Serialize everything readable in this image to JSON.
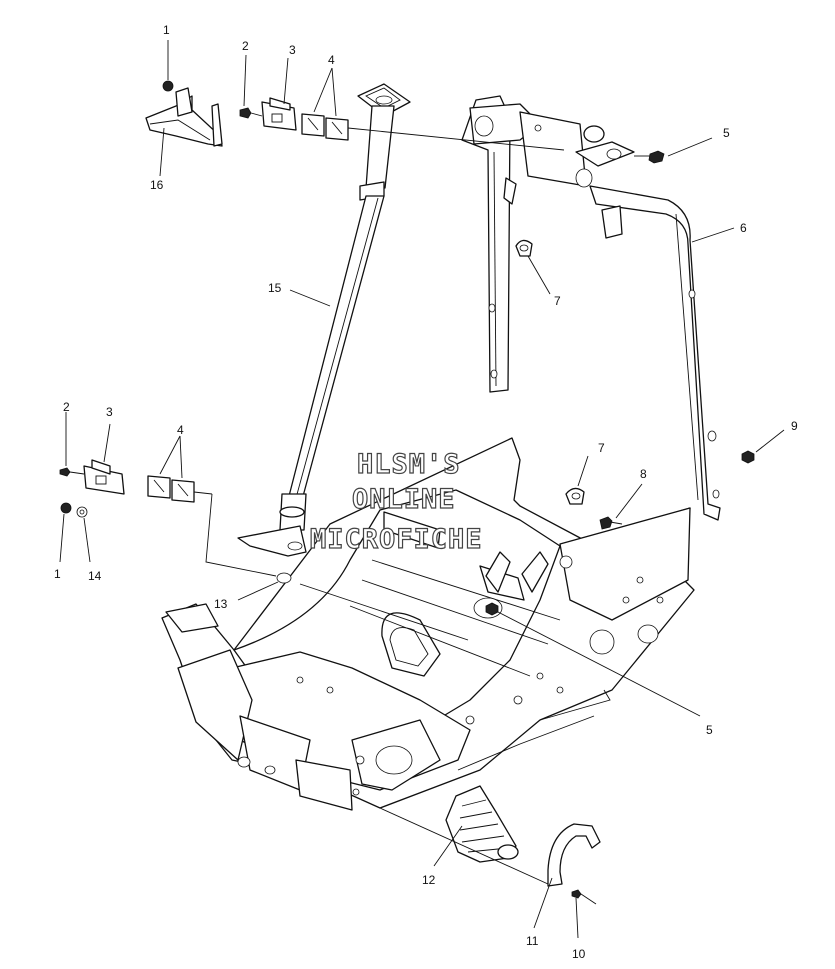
{
  "watermark": {
    "line1": "HLSM'S",
    "line2": "ONLINE",
    "line3": "MICROFICHE"
  },
  "callouts": {
    "c1_top": "1",
    "c2_top": "2",
    "c3_top": "3",
    "c4_top": "4",
    "c5_top": "5",
    "c6": "6",
    "c7_top": "7",
    "c16": "16",
    "c15": "15",
    "c7_mid": "7",
    "c9": "9",
    "c2_left": "2",
    "c3_left": "3",
    "c4_left": "4",
    "c8": "8",
    "c1_left": "1",
    "c14": "14",
    "c13": "13",
    "c5_bot": "5",
    "c12": "12",
    "c11": "11",
    "c10": "10"
  }
}
